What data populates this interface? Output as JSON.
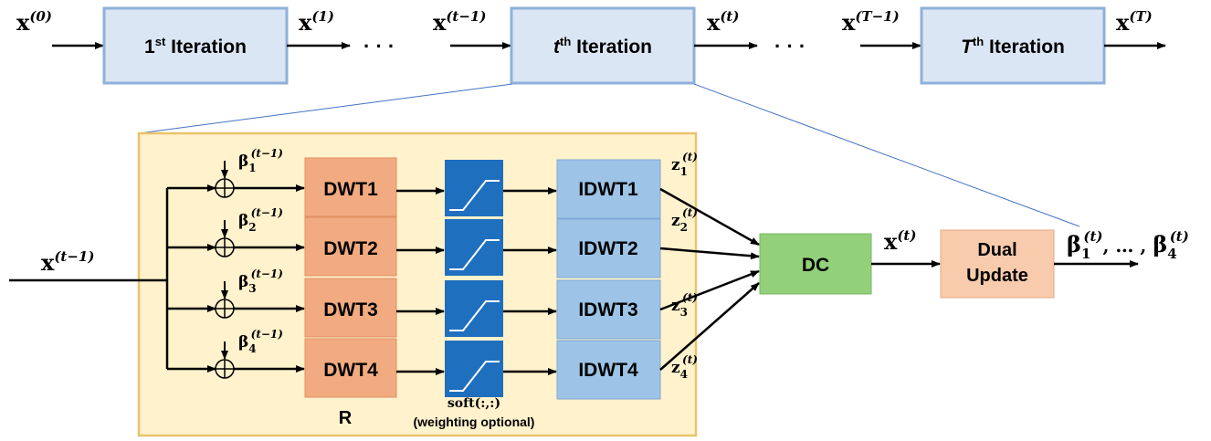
{
  "top_chain": {
    "inputs": {
      "x0_base": "x",
      "x0_sup": "(0)",
      "x1_base": "x",
      "x1_sup": "(1)",
      "xt1_base": "x",
      "xt1_sup": "(t−1)",
      "xt_base": "x",
      "xt_sup": "(t)",
      "xT1_base": "x",
      "xT1_sup": "(T−1)",
      "xT_base": "x",
      "xT_sup": "(T)"
    },
    "iter1": {
      "pre": "1",
      "sup": "st",
      "post": " Iteration"
    },
    "itert": {
      "pre": "t",
      "sup": "th",
      "post": " Iteration"
    },
    "iterT": {
      "pre": "T",
      "sup": "th",
      "post": " Iteration"
    },
    "dots": "· · ·"
  },
  "detail": {
    "input": {
      "base": "x",
      "sup": "(t−1)"
    },
    "betas": [
      {
        "base": "β",
        "sub": "1",
        "sup": "(t−1)"
      },
      {
        "base": "β",
        "sub": "2",
        "sup": "(t−1)"
      },
      {
        "base": "β",
        "sub": "3",
        "sup": "(t−1)"
      },
      {
        "base": "β",
        "sub": "4",
        "sup": "(t−1)"
      }
    ],
    "dwt": [
      "DWT1",
      "DWT2",
      "DWT3",
      "DWT4"
    ],
    "idwt": [
      "IDWT1",
      "IDWT2",
      "IDWT3",
      "IDWT4"
    ],
    "z": [
      {
        "base": "z",
        "sub": "1",
        "sup": "(t)"
      },
      {
        "base": "z",
        "sub": "2",
        "sup": "(t)"
      },
      {
        "base": "z",
        "sub": "3",
        "sup": "(t)"
      },
      {
        "base": "z",
        "sub": "4",
        "sup": "(t)"
      }
    ],
    "soft_label": "soft(:,:)",
    "soft_note": "(weighting optional)",
    "r_label": "R",
    "dc_label": "DC",
    "x_out": {
      "base": "x",
      "sup": "(t)"
    },
    "dual_line1": "Dual",
    "dual_line2": "Update",
    "beta_out": {
      "b1": "β",
      "s1": "1",
      "sup1": "(t)",
      "mid": ", … , ",
      "b4": "β",
      "s4": "4",
      "sup4": "(t)"
    }
  },
  "colors": {
    "iter_fill": "#dbe6f4",
    "iter_stroke": "#8eb0d9",
    "panel_fill": "#fff2cc",
    "panel_stroke": "#e8c46a",
    "dwt_fill": "#f2ab80",
    "idwt_fill": "#9dc3e6",
    "soft_fill": "#1f6fbf",
    "dc_fill": "#92d07a",
    "dual_fill": "#f9cbad"
  }
}
